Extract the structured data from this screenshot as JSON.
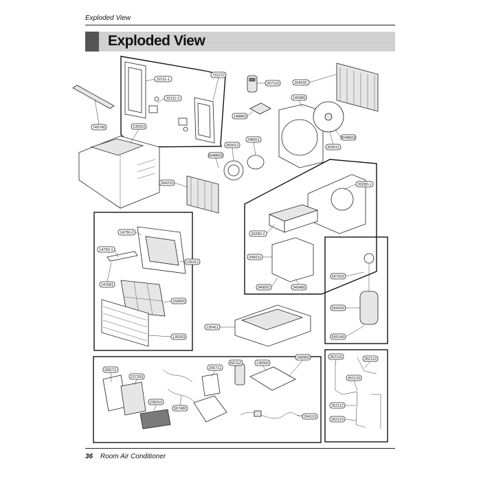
{
  "header": {
    "section": "Exploded View",
    "title": "Exploded View"
  },
  "footer": {
    "page_number": "36",
    "text": "Room Air Conditioner"
  },
  "parts": {
    "p32111_1": "32111-1",
    "p32111_2": "32111-2",
    "p731272": "731272",
    "p267110": "267110",
    "p35403c": "35403C",
    "p149980": "149980",
    "p148860": "148860",
    "p749740": "749740",
    "p130910": "130910",
    "p346811": "346811",
    "p359012": "359012",
    "pw48602": "W48602",
    "pw48602b": "W48602",
    "p359011": "359011",
    "p354210": "354210",
    "p30280_1": "30280-1",
    "p30280_2": "30280-2",
    "p349011": "349011",
    "p349001": "349001",
    "p349480": "349480",
    "p14750_2": "14750-2",
    "p14750_1": "14750-1",
    "p147681": "147681",
    "p135312": "135312",
    "p159830": "159830",
    "p135303": "135303",
    "p130411": "130411",
    "p567502": "567502",
    "p554160": "554160",
    "p550140": "550140",
    "p268711": "268711",
    "p237200": "237200",
    "p238310": "238310",
    "p567480": "567480",
    "p266711": "266711",
    "pwcgz": "WCGZ",
    "p135500": "135500",
    "p249950": "249950",
    "p294110": "294110",
    "p352115": "352115",
    "p352113": "352113",
    "p352120": "352120",
    "p352112": "352112",
    "p352110": "352110"
  }
}
